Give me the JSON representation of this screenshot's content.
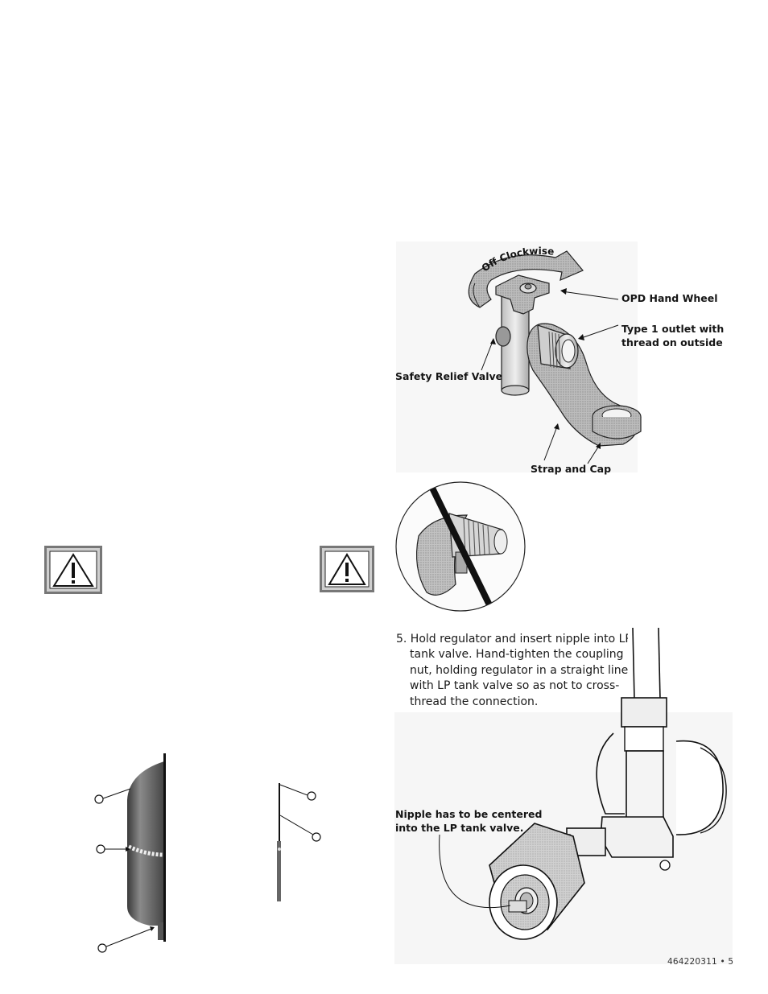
{
  "valve_labels": {
    "opd_hand_wheel": "OPD Hand Wheel",
    "type1_outlet_line1": "Type 1 outlet with",
    "type1_outlet_line2": "thread on outside",
    "safety_relief_valve": "Safety Relief Valve",
    "strap_and_cap": "Strap and Cap",
    "off_clockwise": "Off Clockwise"
  },
  "step5": {
    "lines": [
      "5. Hold regulator and insert nipple into LP",
      "tank valve. Hand-tighten the coupling",
      "nut, holding regulator in a straight line",
      "with LP tank valve so as not to cross-",
      "thread the connection."
    ]
  },
  "nipple_note": {
    "line1": "Nipple has to be centered",
    "line2": "into the LP tank valve."
  },
  "footer": {
    "page_ref": "464220311 • 5"
  },
  "colors": {
    "ink": "#151515",
    "shade_light": "#c8c8c8",
    "shade_mid": "#9a9a9a",
    "shade_dark": "#3a3a3a"
  }
}
